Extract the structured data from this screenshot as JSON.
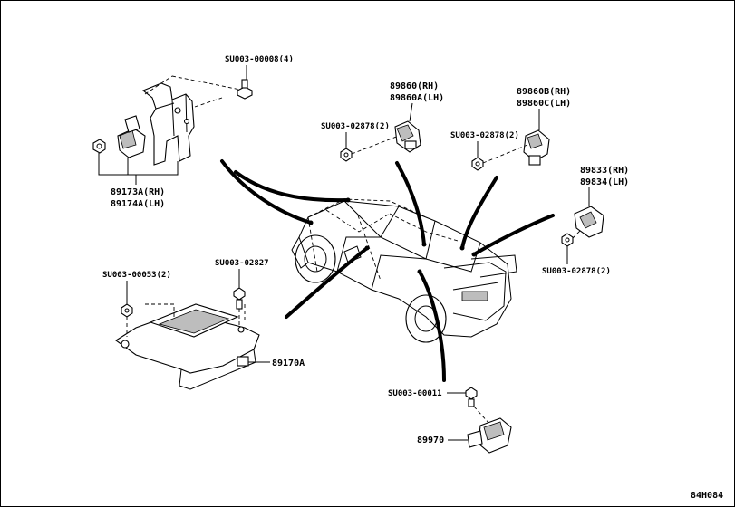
{
  "labels": {
    "su_00008": "SU003-00008(4)",
    "p89860": "89860(RH)",
    "p89860a": "89860A(LH)",
    "p89860b": "89860B(RH)",
    "p89860c": "89860C(LH)",
    "su_02878_a": "SU003-02878(2)",
    "su_02878_b": "SU003-02878(2)",
    "p89833": "89833(RH)",
    "p89834": "89834(LH)",
    "su_02878_c": "SU003-02878(2)",
    "p89173a": "89173A(RH)",
    "p89174a": "89174A(LH)",
    "su_00053": "SU003-00053(2)",
    "su_02827": "SU003-02827",
    "p89170a": "89170A",
    "su_00011": "SU003-00011",
    "p89970": "89970",
    "drawing_code": "84H084"
  }
}
